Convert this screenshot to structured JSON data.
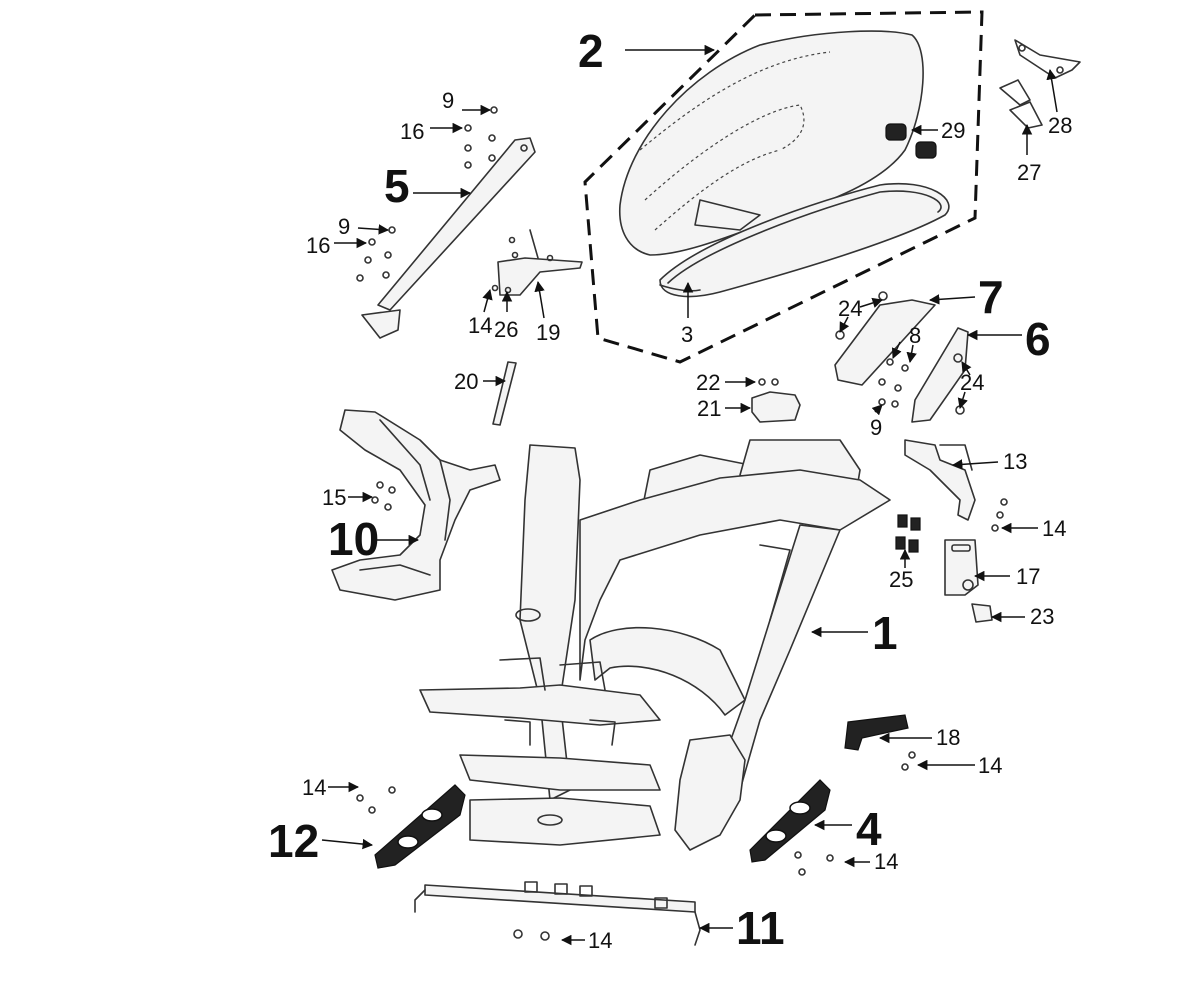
{
  "callouts": [
    {
      "id": "c2",
      "text": "2",
      "size": "big"
    },
    {
      "id": "c28",
      "text": "28",
      "size": "small"
    },
    {
      "id": "c27",
      "text": "27",
      "size": "small"
    },
    {
      "id": "c29",
      "text": "29",
      "size": "small"
    },
    {
      "id": "c3",
      "text": "3",
      "size": "small"
    },
    {
      "id": "c9a",
      "text": "9",
      "size": "small"
    },
    {
      "id": "c16a",
      "text": "16",
      "size": "small"
    },
    {
      "id": "c5",
      "text": "5",
      "size": "big"
    },
    {
      "id": "c9b",
      "text": "9",
      "size": "small"
    },
    {
      "id": "c16b",
      "text": "16",
      "size": "small"
    },
    {
      "id": "c14a",
      "text": "14",
      "size": "small"
    },
    {
      "id": "c26",
      "text": "26",
      "size": "small"
    },
    {
      "id": "c19",
      "text": "19",
      "size": "small"
    },
    {
      "id": "c7",
      "text": "7",
      "size": "big"
    },
    {
      "id": "c24a",
      "text": "24",
      "size": "small"
    },
    {
      "id": "c8",
      "text": "8",
      "size": "small"
    },
    {
      "id": "c6",
      "text": "6",
      "size": "big"
    },
    {
      "id": "c24b",
      "text": "24",
      "size": "small"
    },
    {
      "id": "c9c",
      "text": "9",
      "size": "small"
    },
    {
      "id": "c20",
      "text": "20",
      "size": "small"
    },
    {
      "id": "c22",
      "text": "22",
      "size": "small"
    },
    {
      "id": "c21",
      "text": "21",
      "size": "small"
    },
    {
      "id": "c13",
      "text": "13",
      "size": "small"
    },
    {
      "id": "c14b",
      "text": "14",
      "size": "small"
    },
    {
      "id": "c15",
      "text": "15",
      "size": "small"
    },
    {
      "id": "c10",
      "text": "10",
      "size": "big"
    },
    {
      "id": "c25",
      "text": "25",
      "size": "small"
    },
    {
      "id": "c17",
      "text": "17",
      "size": "small"
    },
    {
      "id": "c23",
      "text": "23",
      "size": "small"
    },
    {
      "id": "c1",
      "text": "1",
      "size": "big"
    },
    {
      "id": "c18",
      "text": "18",
      "size": "small"
    },
    {
      "id": "c14c",
      "text": "14",
      "size": "small"
    },
    {
      "id": "c14d",
      "text": "14",
      "size": "small"
    },
    {
      "id": "c12",
      "text": "12",
      "size": "big"
    },
    {
      "id": "c4",
      "text": "4",
      "size": "big"
    },
    {
      "id": "c14e",
      "text": "14",
      "size": "small"
    },
    {
      "id": "c11",
      "text": "11",
      "size": "big"
    },
    {
      "id": "c14f",
      "text": "14",
      "size": "small"
    }
  ]
}
